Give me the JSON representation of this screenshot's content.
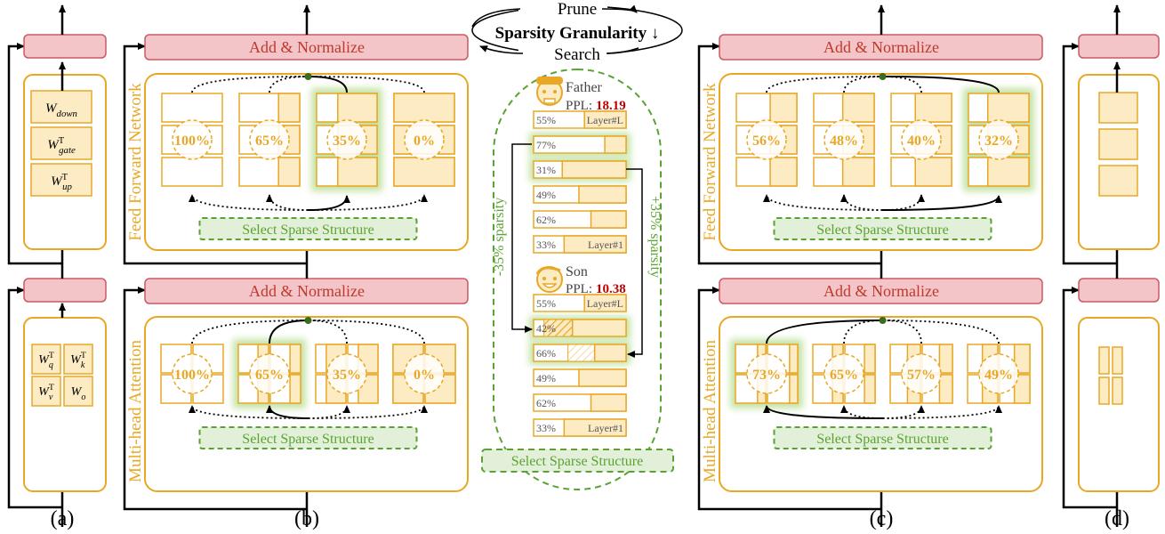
{
  "labels": {
    "add_norm": "Add & Normalize",
    "select": "Select Sparse Structure",
    "ffn": "Feed Forward Network",
    "mha": "Multi-head Attention",
    "prune": "Prune",
    "search": "Search",
    "granularity": "Sparsity Granularity ↓",
    "panel_a": "(a)",
    "panel_b": "(b)",
    "panel_c": "(c)",
    "panel_d": "(d)"
  },
  "weights_a": {
    "down": "W_down",
    "gate": "W_gate^T",
    "up": "W_up^T",
    "q": "W_q^T",
    "k": "W_k^T",
    "v": "W_v^T",
    "o": "W_o"
  },
  "b": {
    "ffn_pct": [
      "100%",
      "65%",
      "35%",
      "0%"
    ],
    "mha_pct": [
      "100%",
      "65%",
      "35%",
      "0%"
    ]
  },
  "c": {
    "ffn_pct": [
      "56%",
      "48%",
      "40%",
      "32%"
    ],
    "mha_pct": [
      "73%",
      "65%",
      "57%",
      "49%"
    ]
  },
  "evo": {
    "father_label": "Father",
    "father_ppl_label": "PPL:",
    "father_ppl": "18.19",
    "son_label": "Son",
    "son_ppl_label": "PPL:",
    "son_ppl": "10.38",
    "minus": "-35% sparsity",
    "plus": "+35% sparsity",
    "father_bars": [
      {
        "pct": "55%",
        "tag": "Layer#L"
      },
      {
        "pct": "77%",
        "tag": ""
      },
      {
        "pct": "31%",
        "tag": ""
      },
      {
        "pct": "49%",
        "tag": ""
      },
      {
        "pct": "62%",
        "tag": ""
      },
      {
        "pct": "33%",
        "tag": "Layer#1"
      }
    ],
    "son_bars": [
      {
        "pct": "55%",
        "tag": "Layer#L"
      },
      {
        "pct": "42%",
        "tag": ""
      },
      {
        "pct": "66%",
        "tag": ""
      },
      {
        "pct": "49%",
        "tag": ""
      },
      {
        "pct": "62%",
        "tag": ""
      },
      {
        "pct": "33%",
        "tag": "Layer#1"
      }
    ]
  },
  "colors": {
    "gold": "#e8a826",
    "fill": "#fdebc3",
    "pink": "#f3c4c8",
    "pinkStroke": "#c95a63",
    "red": "#c0392b",
    "green": "#5aa332",
    "greenFill": "#e3f0d9",
    "glow": "#c6e3a6",
    "ppl": "#c00000"
  }
}
